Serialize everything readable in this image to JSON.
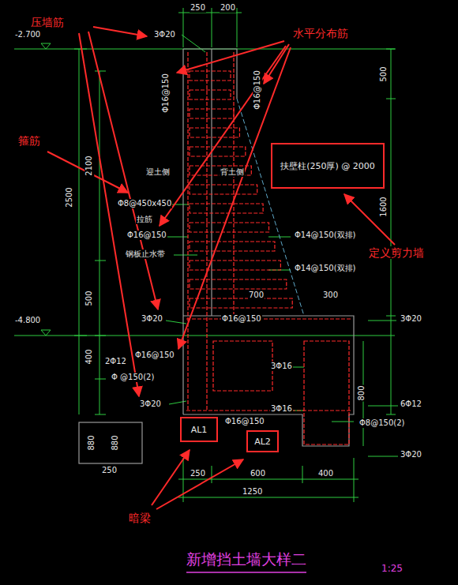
{
  "diagram": {
    "title": "新增挡土墙大样二",
    "nodes": [
      {
        "text": [
          "扶壁柱(250厚) @ 2000"
        ]
      },
      {
        "text": [
          "AL1"
        ]
      },
      {
        "text": [
          "AL2"
        ]
      }
    ],
    "labels": [
      "250",
      "200",
      "-2.700",
      "3Φ20",
      "Φ16@150",
      "Φ16@150",
      "500",
      "迎土侧",
      "背土侧",
      "2100",
      "2500",
      "Φ8@450x450",
      "拉筋",
      "Φ16@150",
      "钢板止水带",
      "Φ14@150(双排)",
      "Φ14@150(双排)",
      "1600",
      "500",
      "700",
      "300",
      "-4.800",
      "3Φ20",
      "Φ16@150",
      "3Φ20",
      "400",
      "2Φ12",
      "Φ16@150",
      "3Φ16",
      "Φ @150(2)",
      "800",
      "6Φ12",
      "3Φ20",
      "3Φ16",
      "Φ16@150",
      "Φ8@150(2)",
      "3Φ20",
      "880",
      "880",
      "250",
      "250",
      "600",
      "400",
      "1250",
      "压墙筋",
      "水平分布筋",
      "箍筋",
      "定义剪力墙",
      "暗梁",
      "1:25"
    ]
  }
}
